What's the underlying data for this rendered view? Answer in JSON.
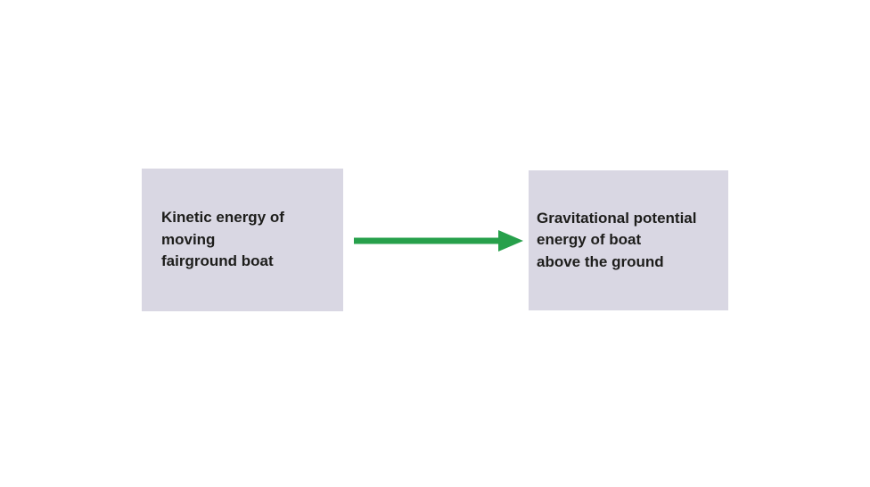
{
  "diagram": {
    "title": "energy-transfer-diagram",
    "left_box": {
      "lines": {
        "0": "Kinetic energy of",
        "1": "moving",
        "2": "fairground boat"
      }
    },
    "right_box": {
      "lines": {
        "0": "Gravitational potential",
        "1": "energy of boat",
        "2": "above the ground"
      }
    },
    "arrow": {
      "direction": "right",
      "color": "#27a04b"
    },
    "colors": {
      "background": "#ffffff",
      "box_background": "#d9d7e3",
      "text": "#1d1d1b"
    }
  }
}
